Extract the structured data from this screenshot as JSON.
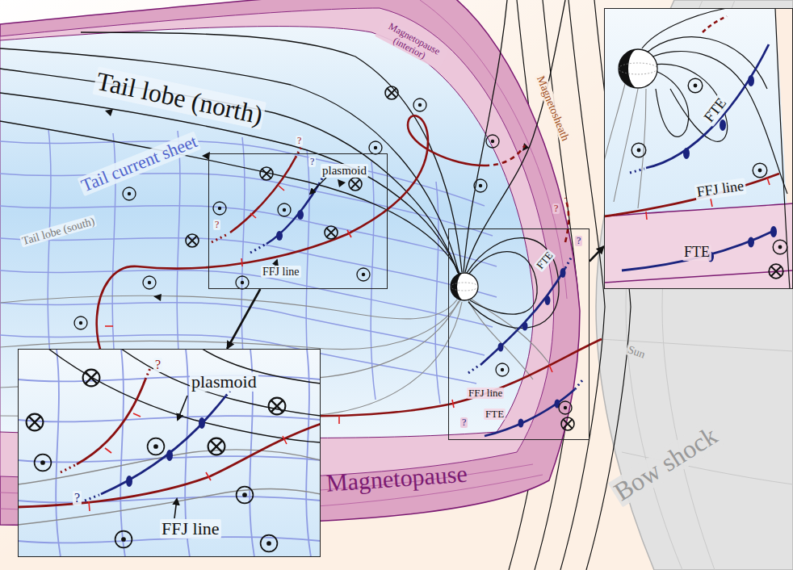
{
  "diagram": {
    "nodes": [
      {
        "text": [
          "plasmoid",
          "FFJ line"
        ]
      },
      {
        "text": [
          "plasmoid",
          "FFJ line"
        ]
      },
      {
        "text": [
          "FTE",
          "FFJ line",
          "FTE"
        ]
      },
      {
        "text": [
          "FTE",
          "FFJ line",
          "FTE"
        ]
      }
    ],
    "edges": [
      {
        "from": 0,
        "to": 1,
        "arrow": "to"
      },
      {
        "from": 2,
        "to": 3,
        "arrow": "to"
      }
    ],
    "labels": [
      "Tail lobe (north)",
      "Magnetopause (interior)",
      "Tail current sheet",
      "Tail lobe (south)",
      "Magnetosheath",
      "Sun",
      "Bow shock",
      "Magnetopause",
      "?",
      "?",
      "?",
      "?",
      "?",
      "?",
      "?",
      "?"
    ]
  }
}
